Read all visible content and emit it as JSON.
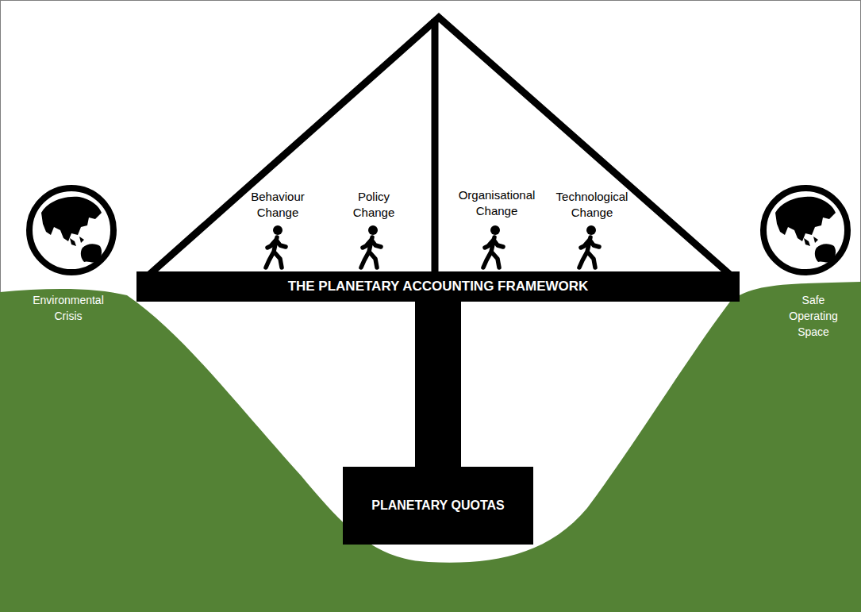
{
  "diagram": {
    "nodes": [
      {
        "text": [
          "THE PLANETARY ACCOUNTING FRAMEWORK"
        ]
      },
      {
        "text": [
          "PLANETARY QUOTAS"
        ]
      }
    ],
    "edges": [
      {
        "from": 0,
        "to": 1,
        "arrow": "none"
      }
    ],
    "labels": [
      "Behaviour Change",
      "Policy Change",
      "Organisational Change",
      "Technological Change",
      "Environmental Crisis",
      "Safe Operating Space"
    ]
  }
}
